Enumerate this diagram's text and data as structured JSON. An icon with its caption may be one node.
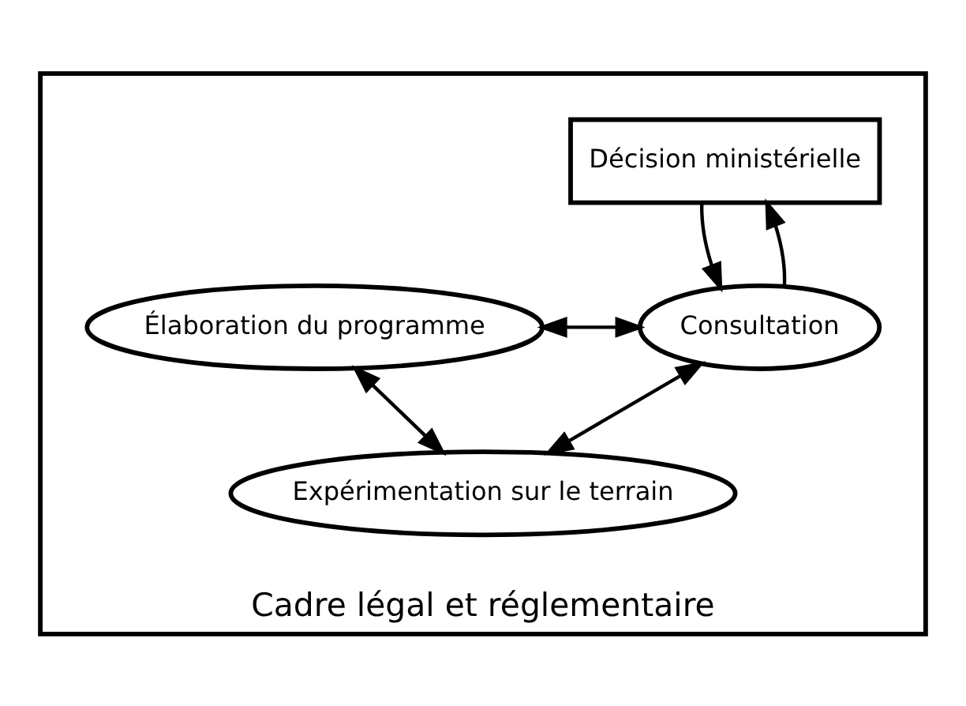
{
  "diagram": {
    "nodes": [
      {
        "text": [
          "Cadre légal et réglementaire"
        ]
      },
      {
        "text": [
          "Décision ministérielle"
        ],
        "in": 0
      },
      {
        "text": [
          "Élaboration du programme"
        ],
        "in": 0
      },
      {
        "text": [
          "Consultation"
        ],
        "in": 0
      },
      {
        "text": [
          "Expérimentation sur le terrain"
        ],
        "in": 0
      }
    ],
    "edges": [
      {
        "from": 1,
        "to": 3,
        "arrow": "to"
      },
      {
        "from": 3,
        "to": 1,
        "arrow": "to"
      },
      {
        "from": 2,
        "to": 3,
        "arrow": "both"
      },
      {
        "from": 2,
        "to": 4,
        "arrow": "both"
      },
      {
        "from": 4,
        "to": 3,
        "arrow": "both"
      }
    ]
  }
}
